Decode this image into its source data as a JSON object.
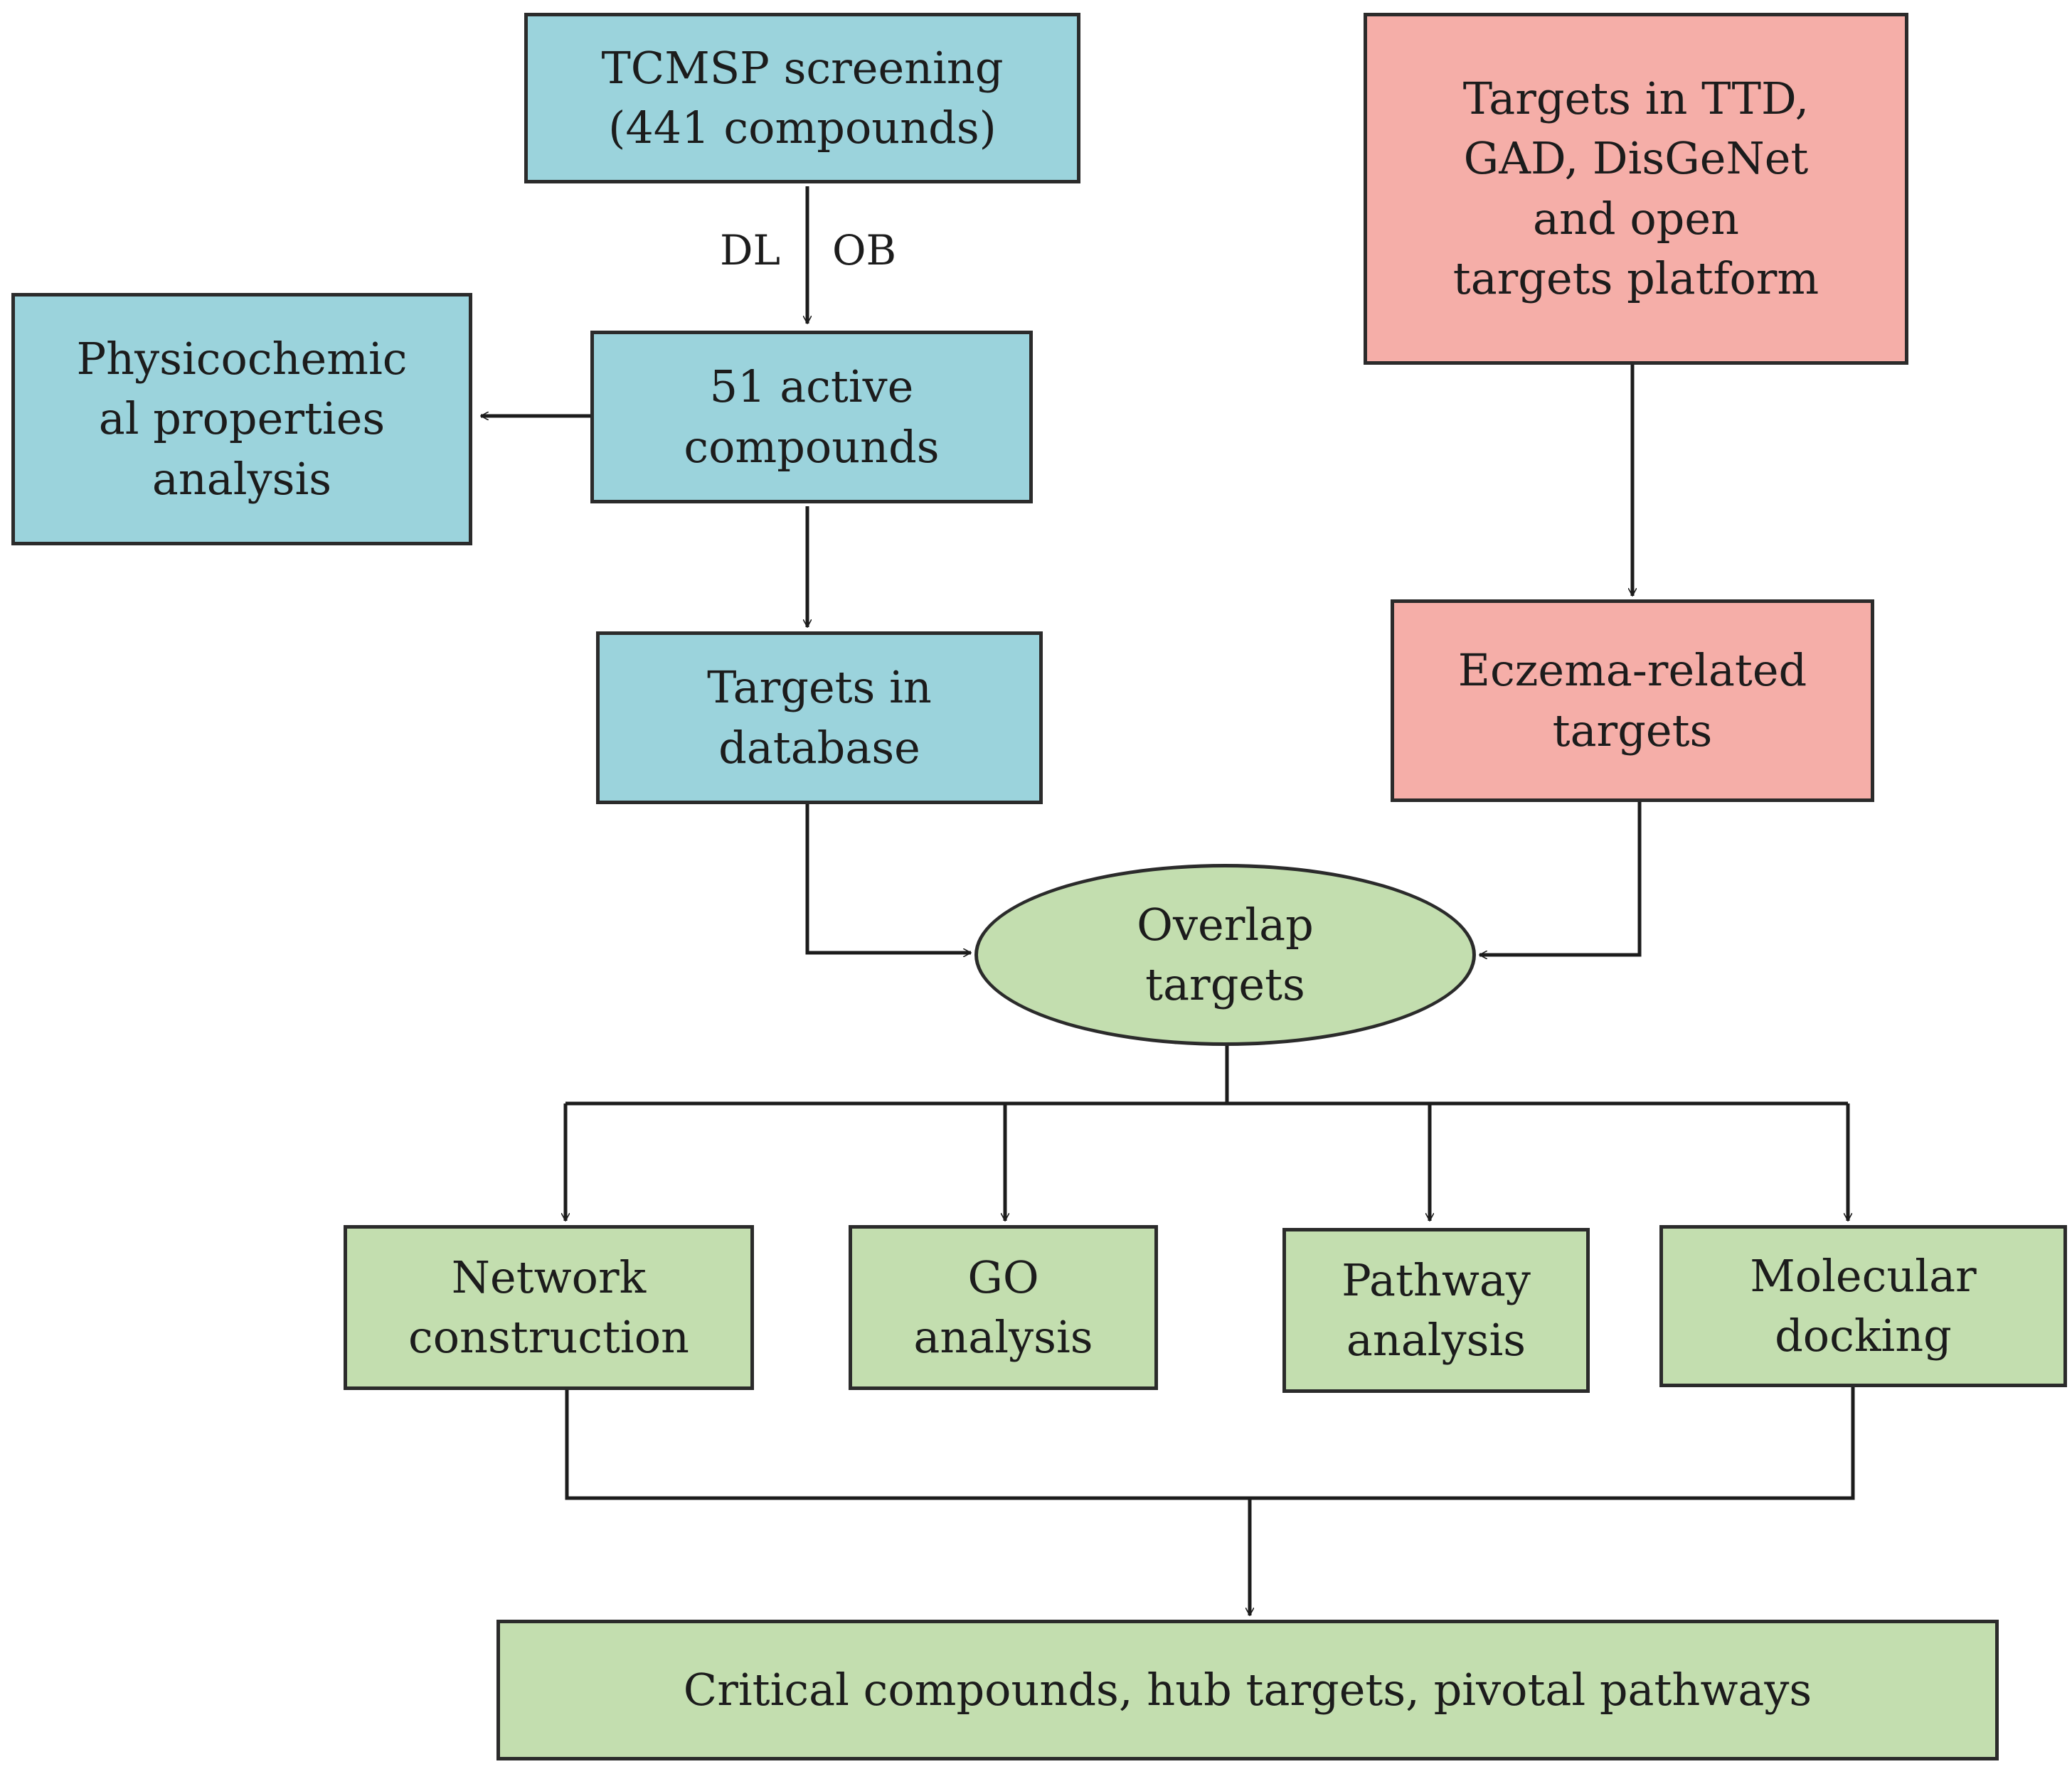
{
  "colors": {
    "compound_box": "#9bd3dc",
    "disease_box": "#f5aea8",
    "analysis_box": "#c3deaf",
    "stroke": "#2b2b2b"
  },
  "nodes": {
    "tcmsp": "TCMSP screening\n(441 compounds)",
    "physicochemical": "Physicochemic\nal properties\nanalysis",
    "active": "51 active\ncompounds",
    "targets_db": "Targets in\ndatabase",
    "disease_db": "Targets in TTD,\nGAD, DisGeNet\nand open\ntargets platform",
    "eczema": "Eczema-related\ntargets",
    "overlap": "Overlap\ntargets",
    "network": "Network\nconstruction",
    "go": "GO\nanalysis",
    "pathway": "Pathway\nanalysis",
    "docking": "Molecular\ndocking",
    "result": "Critical compounds, hub targets, pivotal pathways"
  },
  "edge_labels": {
    "dl": "DL",
    "ob": "OB"
  }
}
